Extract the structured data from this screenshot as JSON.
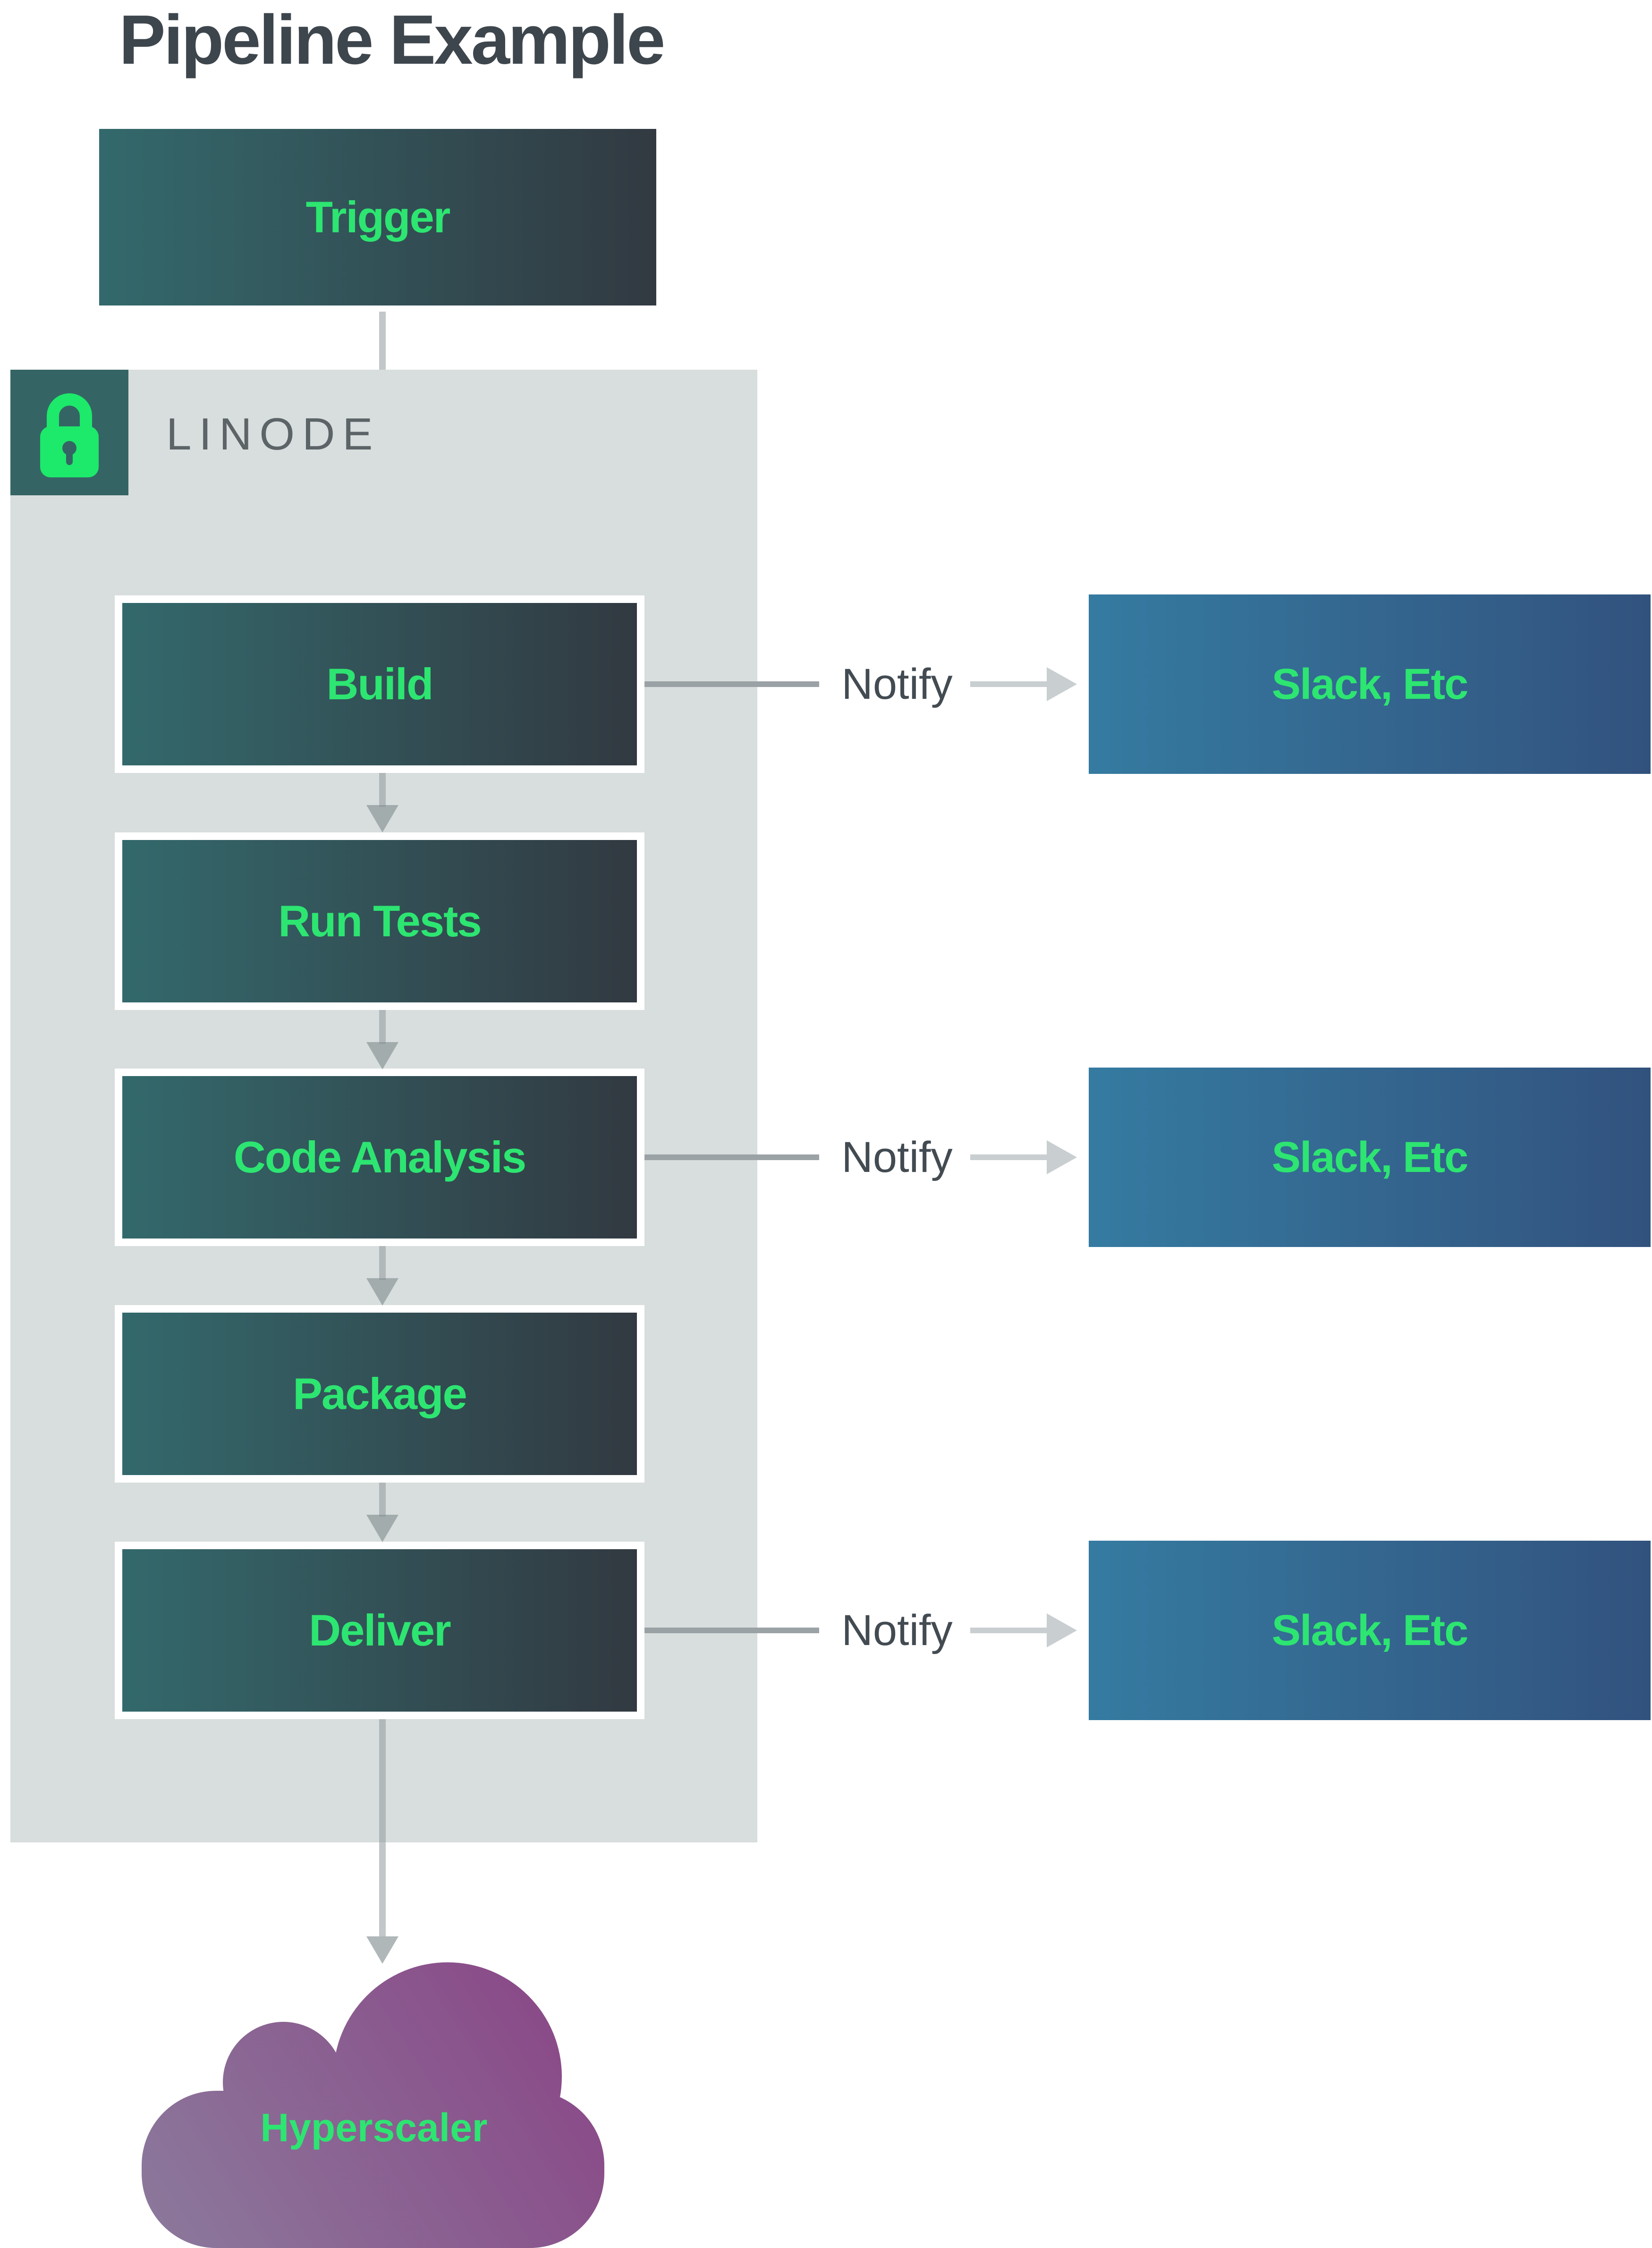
{
  "title": "Pipeline Example",
  "trigger": {
    "label": "Trigger"
  },
  "linode": {
    "label": "LINODE",
    "icon": "lock-icon"
  },
  "stages": [
    {
      "label": "Build"
    },
    {
      "label": "Run Tests"
    },
    {
      "label": "Code Analysis"
    },
    {
      "label": "Package"
    },
    {
      "label": "Deliver"
    }
  ],
  "notify_rows": [
    {
      "label": "Notify",
      "target": "Slack, Etc"
    },
    {
      "label": "Notify",
      "target": "Slack, Etc"
    },
    {
      "label": "Notify",
      "target": "Slack, Etc"
    }
  ],
  "cloud": {
    "label": "Hyperscaler"
  },
  "colors": {
    "title_text": "#3e464d",
    "stage_gradient_start": "#33696c",
    "stage_gradient_end": "#323941",
    "stage_text_green": "#2de571",
    "slack_gradient_start": "#357ba1",
    "slack_gradient_end": "#32527e",
    "linode_background": "#d7dedd",
    "lock_square_background": "#346564",
    "lock_glyph_green": "#1de96b",
    "linode_text": "#5d6468",
    "arrow_gray": "#9ba2a5",
    "arrow_light_gray": "#c9ced1",
    "cloud_gradient_start": "#8b7a9c",
    "cloud_gradient_end": "#8a4385"
  }
}
